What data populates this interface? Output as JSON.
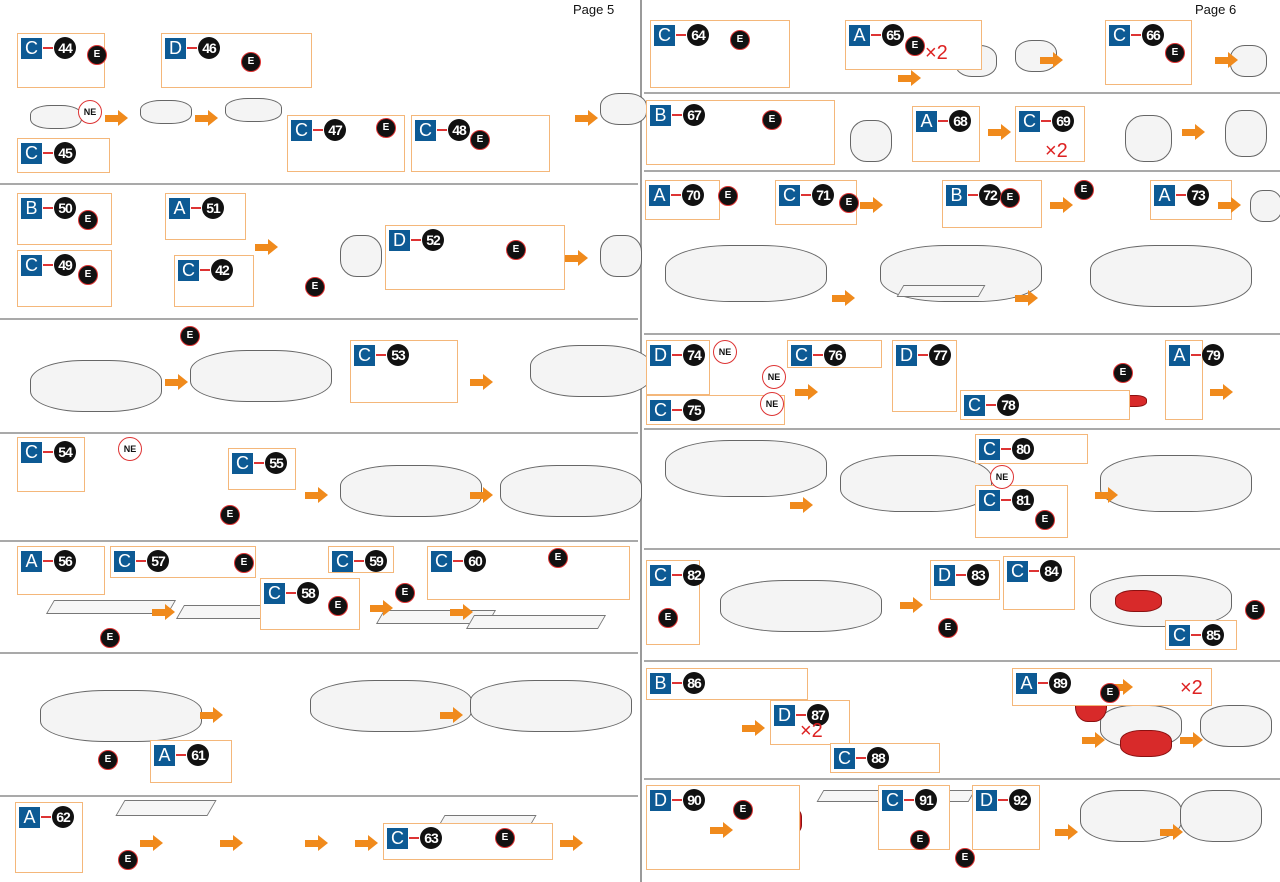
{
  "pages": [
    {
      "label": "Page 5"
    },
    {
      "label": "Page 6"
    }
  ],
  "badges": {
    "e": "E",
    "ne": "NE",
    "times2": "×2"
  },
  "steps": [
    {
      "letter": "C",
      "num": "44"
    },
    {
      "letter": "C",
      "num": "45"
    },
    {
      "letter": "D",
      "num": "46"
    },
    {
      "letter": "C",
      "num": "47"
    },
    {
      "letter": "C",
      "num": "48"
    },
    {
      "letter": "B",
      "num": "50"
    },
    {
      "letter": "C",
      "num": "49"
    },
    {
      "letter": "A",
      "num": "51"
    },
    {
      "letter": "C",
      "num": "42"
    },
    {
      "letter": "D",
      "num": "52"
    },
    {
      "letter": "C",
      "num": "53"
    },
    {
      "letter": "C",
      "num": "54"
    },
    {
      "letter": "C",
      "num": "55"
    },
    {
      "letter": "A",
      "num": "56"
    },
    {
      "letter": "C",
      "num": "57"
    },
    {
      "letter": "C",
      "num": "58"
    },
    {
      "letter": "C",
      "num": "59"
    },
    {
      "letter": "C",
      "num": "60"
    },
    {
      "letter": "A",
      "num": "61"
    },
    {
      "letter": "A",
      "num": "62"
    },
    {
      "letter": "C",
      "num": "63"
    },
    {
      "letter": "C",
      "num": "64"
    },
    {
      "letter": "A",
      "num": "65"
    },
    {
      "letter": "C",
      "num": "66"
    },
    {
      "letter": "B",
      "num": "67"
    },
    {
      "letter": "A",
      "num": "68"
    },
    {
      "letter": "C",
      "num": "69"
    },
    {
      "letter": "A",
      "num": "70"
    },
    {
      "letter": "C",
      "num": "71"
    },
    {
      "letter": "B",
      "num": "72"
    },
    {
      "letter": "A",
      "num": "73"
    },
    {
      "letter": "D",
      "num": "74"
    },
    {
      "letter": "C",
      "num": "75"
    },
    {
      "letter": "C",
      "num": "76"
    },
    {
      "letter": "D",
      "num": "77"
    },
    {
      "letter": "C",
      "num": "78"
    },
    {
      "letter": "A",
      "num": "79"
    },
    {
      "letter": "C",
      "num": "80"
    },
    {
      "letter": "C",
      "num": "81"
    },
    {
      "letter": "C",
      "num": "82"
    },
    {
      "letter": "D",
      "num": "83"
    },
    {
      "letter": "C",
      "num": "84"
    },
    {
      "letter": "C",
      "num": "85"
    },
    {
      "letter": "B",
      "num": "86"
    },
    {
      "letter": "D",
      "num": "87"
    },
    {
      "letter": "C",
      "num": "88"
    },
    {
      "letter": "A",
      "num": "89"
    },
    {
      "letter": "D",
      "num": "90"
    },
    {
      "letter": "C",
      "num": "91"
    },
    {
      "letter": "D",
      "num": "92"
    }
  ]
}
